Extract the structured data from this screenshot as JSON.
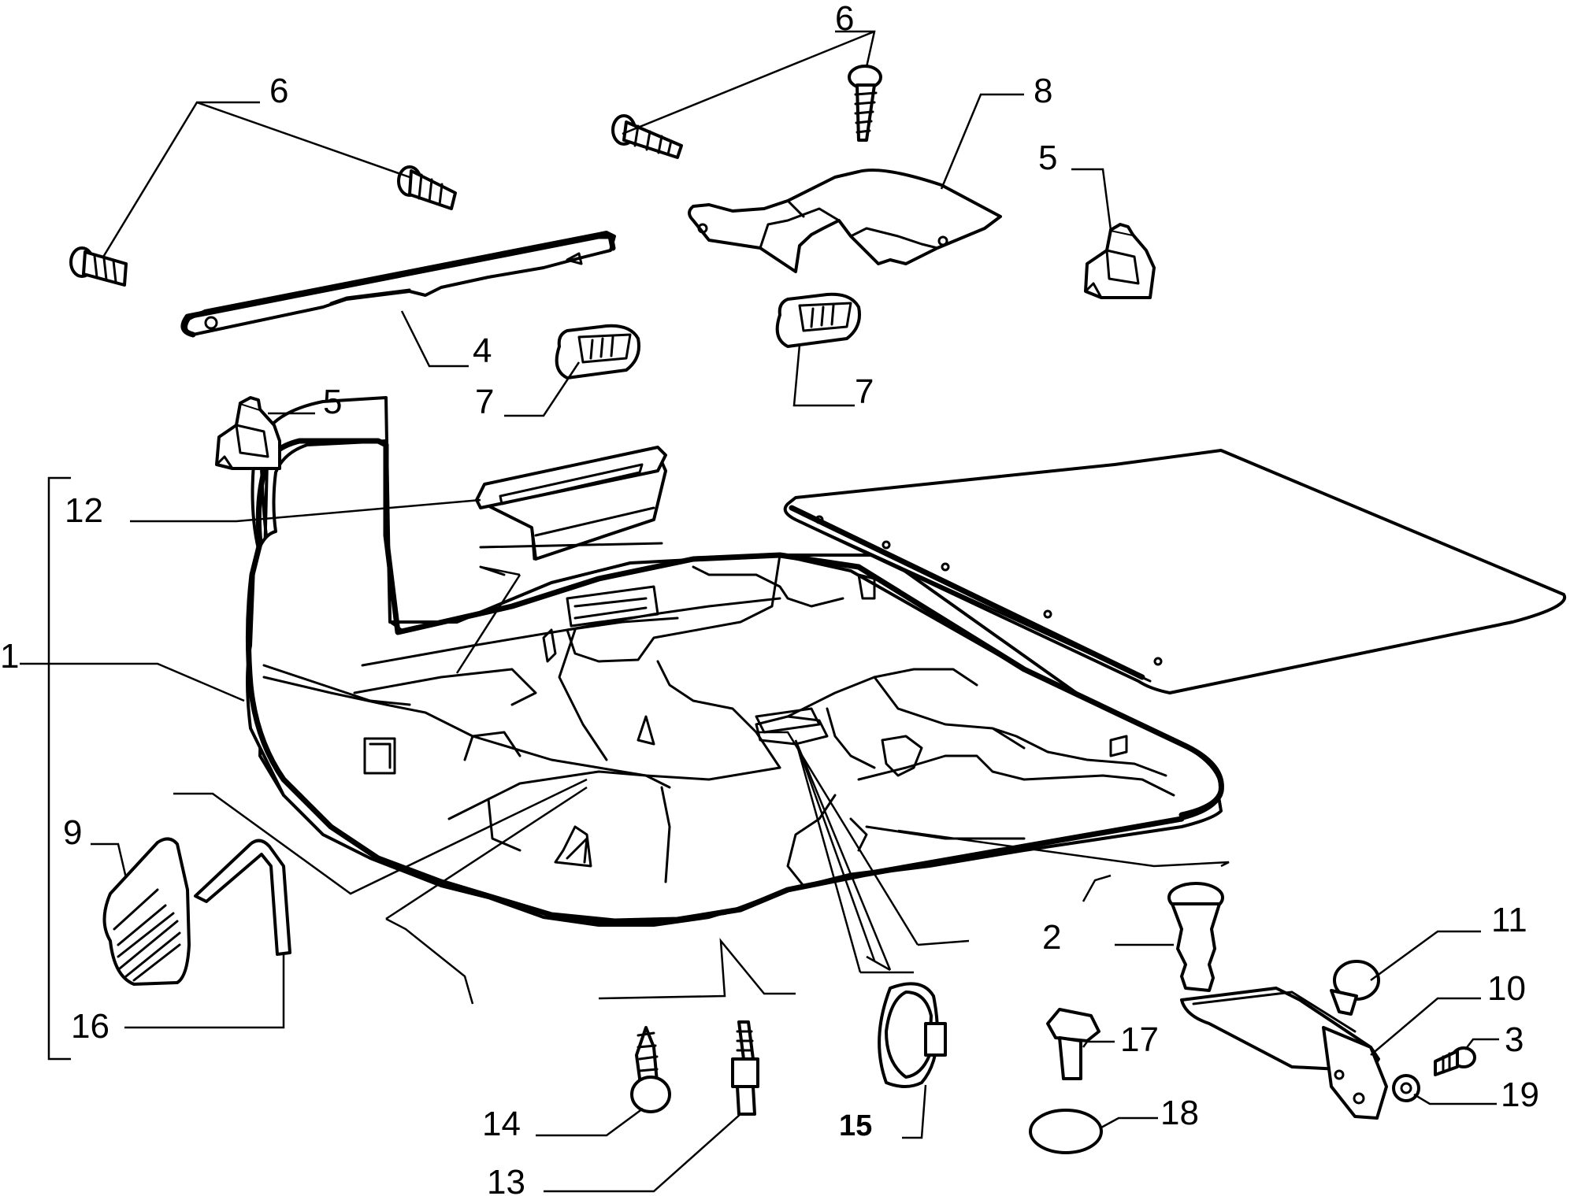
{
  "callouts": {
    "c1": "1",
    "c2": "2",
    "c3": "3",
    "c4": "4",
    "c5a": "5",
    "c5b": "5",
    "c6a": "6",
    "c6b": "6",
    "c7a": "7",
    "c7b": "7",
    "c8": "8",
    "c9": "9",
    "c10": "10",
    "c11": "11",
    "c12": "12",
    "c13": "13",
    "c14": "14",
    "c15": "15",
    "c16": "16",
    "c17": "17",
    "c18": "18",
    "c19": "19"
  }
}
